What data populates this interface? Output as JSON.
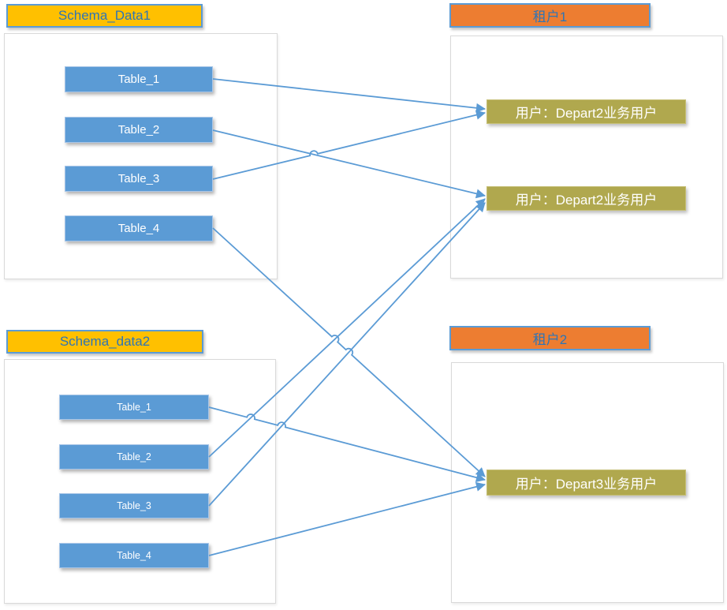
{
  "schemas": [
    {
      "id": "schema1",
      "title": "Schema_Data1",
      "tables": [
        {
          "id": "s1t1",
          "label": "Table_1"
        },
        {
          "id": "s1t2",
          "label": "Table_2"
        },
        {
          "id": "s1t3",
          "label": "Table_3"
        },
        {
          "id": "s1t4",
          "label": "Table_4"
        }
      ]
    },
    {
      "id": "schema2",
      "title": "Schema_data2",
      "tables": [
        {
          "id": "s2t1",
          "label": "Table_1"
        },
        {
          "id": "s2t2",
          "label": "Table_2"
        },
        {
          "id": "s2t3",
          "label": "Table_3"
        },
        {
          "id": "s2t4",
          "label": "Table_4"
        }
      ]
    }
  ],
  "tenants": [
    {
      "id": "tenant1",
      "title": "租户1",
      "users": [
        {
          "id": "t1u1",
          "label": "用户：Depart2业务用户"
        },
        {
          "id": "t1u2",
          "label": "用户：Depart2业务用户"
        }
      ]
    },
    {
      "id": "tenant2",
      "title": "租户2",
      "users": [
        {
          "id": "t2u1",
          "label": "用户：Depart3业务用户"
        }
      ]
    }
  ],
  "edges": [
    {
      "from": "s1t1",
      "to": "t1u1"
    },
    {
      "from": "s1t2",
      "to": "t1u2"
    },
    {
      "from": "s1t3",
      "to": "t1u1"
    },
    {
      "from": "s1t4",
      "to": "t2u1"
    },
    {
      "from": "s2t1",
      "to": "t2u1"
    },
    {
      "from": "s2t2",
      "to": "t1u2"
    },
    {
      "from": "s2t3",
      "to": "t1u2"
    },
    {
      "from": "s2t4",
      "to": "t2u1"
    }
  ],
  "colors": {
    "schema_header_bg": "#FFC000",
    "tenant_header_bg": "#ED7D31",
    "header_text": "#2E75B6",
    "header_border": "#5B9BD5",
    "table_bg": "#5B9BD5",
    "user_bg": "#B0A84E",
    "node_text": "#FFFFFF",
    "connector": "#5B9BD5",
    "container_border": "#D9D9D9"
  }
}
